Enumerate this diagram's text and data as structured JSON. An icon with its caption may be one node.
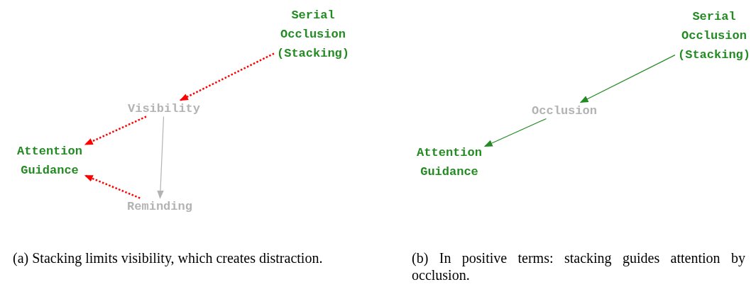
{
  "diagram": {
    "nodes": [
      {
        "text": [
          "Serial Occlusion (Stacking)"
        ]
      },
      {
        "text": [
          "Visibility"
        ]
      },
      {
        "text": [
          "Attention Guidance"
        ]
      },
      {
        "text": [
          "Reminding"
        ]
      },
      {
        "text": [
          "Serial Occlusion (Stacking)"
        ]
      },
      {
        "text": [
          "Occlusion"
        ]
      },
      {
        "text": [
          "Attention Guidance"
        ]
      }
    ],
    "edges": [
      {
        "from": 0,
        "to": 1,
        "arrow": "to",
        "style": "dashed",
        "color": "#ff0000"
      },
      {
        "from": 1,
        "to": 2,
        "arrow": "to",
        "style": "dashed",
        "color": "#ff0000"
      },
      {
        "from": 3,
        "to": 2,
        "arrow": "to",
        "style": "dashed",
        "color": "#ff0000"
      },
      {
        "from": 1,
        "to": 3,
        "arrow": "to",
        "color": "#b3b3b3"
      },
      {
        "from": 4,
        "to": 5,
        "arrow": "to",
        "color": "#228b22"
      },
      {
        "from": 5,
        "to": 6,
        "arrow": "to",
        "color": "#228b22"
      }
    ],
    "labels": [
      "(a) Stacking limits visibility, which creates distraction.",
      "(b) In positive terms: stacking guides attention by occlusion."
    ]
  }
}
